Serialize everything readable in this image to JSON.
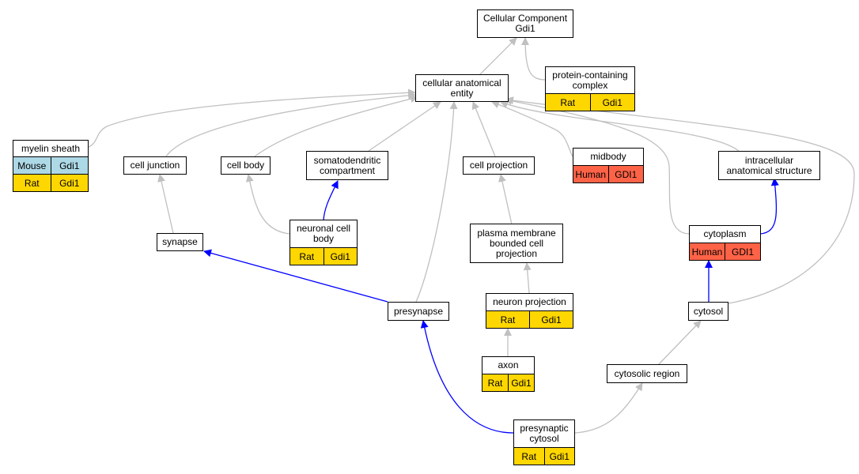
{
  "nodes": {
    "cellular_component": {
      "line1": "Cellular Component",
      "line2": "Gdi1"
    },
    "cellular_anatomical_entity": {
      "line1": "cellular anatomical",
      "line2": "entity"
    },
    "protein_containing_complex": {
      "line1": "protein-containing",
      "line2": "complex",
      "ann1_species": "Rat",
      "ann1_gene": "Gdi1"
    },
    "myelin_sheath": {
      "line1": "myelin sheath",
      "ann1_species": "Mouse",
      "ann1_gene": "Gdi1",
      "ann2_species": "Rat",
      "ann2_gene": "Gdi1"
    },
    "cell_junction": {
      "line1": "cell junction"
    },
    "cell_body": {
      "line1": "cell body"
    },
    "somatodendritic_compartment": {
      "line1": "somatodendritic",
      "line2": "compartment"
    },
    "cell_projection": {
      "line1": "cell projection"
    },
    "midbody": {
      "line1": "midbody",
      "ann1_species": "Human",
      "ann1_gene": "GDI1"
    },
    "intracellular_anatomical_structure": {
      "line1": "intracellular",
      "line2": "anatomical structure"
    },
    "synapse": {
      "line1": "synapse"
    },
    "neuronal_cell_body": {
      "line1": "neuronal cell",
      "line2": "body",
      "ann1_species": "Rat",
      "ann1_gene": "Gdi1"
    },
    "plasma_membrane_bounded_cell_projection": {
      "line1": "plasma membrane",
      "line2": "bounded cell",
      "line3": "projection"
    },
    "cytoplasm": {
      "line1": "cytoplasm",
      "ann1_species": "Human",
      "ann1_gene": "GDI1"
    },
    "presynapse": {
      "line1": "presynapse"
    },
    "neuron_projection": {
      "line1": "neuron projection",
      "ann1_species": "Rat",
      "ann1_gene": "Gdi1"
    },
    "cytosol": {
      "line1": "cytosol"
    },
    "axon": {
      "line1": "axon",
      "ann1_species": "Rat",
      "ann1_gene": "Gdi1"
    },
    "cytosolic_region": {
      "line1": "cytosolic region"
    },
    "presynaptic_cytosol": {
      "line1": "presynaptic",
      "line2": "cytosol",
      "ann1_species": "Rat",
      "ann1_gene": "Gdi1"
    }
  },
  "colors": {
    "is_a_edge": "#c0c0c0",
    "part_of_edge": "#0000ff",
    "rat": "#ffd700",
    "mouse": "#add8e6",
    "human": "#ff6347"
  }
}
